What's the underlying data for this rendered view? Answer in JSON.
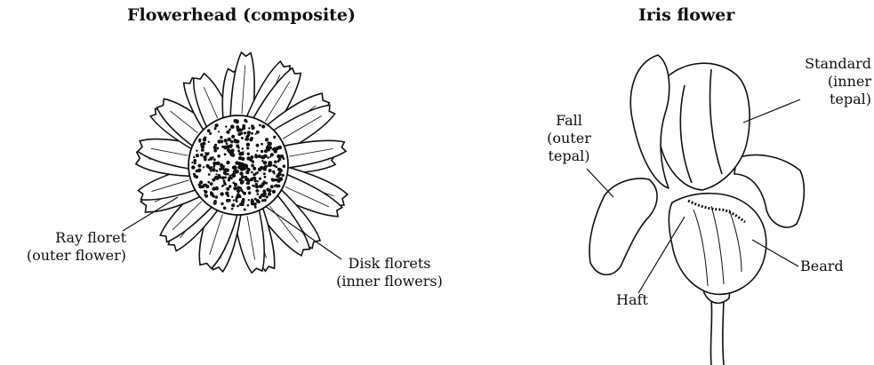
{
  "left_panel": {
    "title": "Flowerhead (composite)",
    "labels": {
      "ray_floret_1": "Ray floret",
      "ray_floret_2": "(outer flower)",
      "disk_florets_1": "Disk florets",
      "disk_florets_2": "(inner flowers)"
    }
  },
  "right_panel": {
    "title": "Iris flower",
    "labels": {
      "fall_1": "Fall",
      "fall_2": "(outer",
      "fall_3": "tepal)",
      "standard_1": "Standard",
      "standard_2": "(inner",
      "standard_3": "tepal)",
      "haft": "Haft",
      "beard": "Beard"
    }
  },
  "colors": {
    "ink": "#111111",
    "background": "#ffffff"
  }
}
